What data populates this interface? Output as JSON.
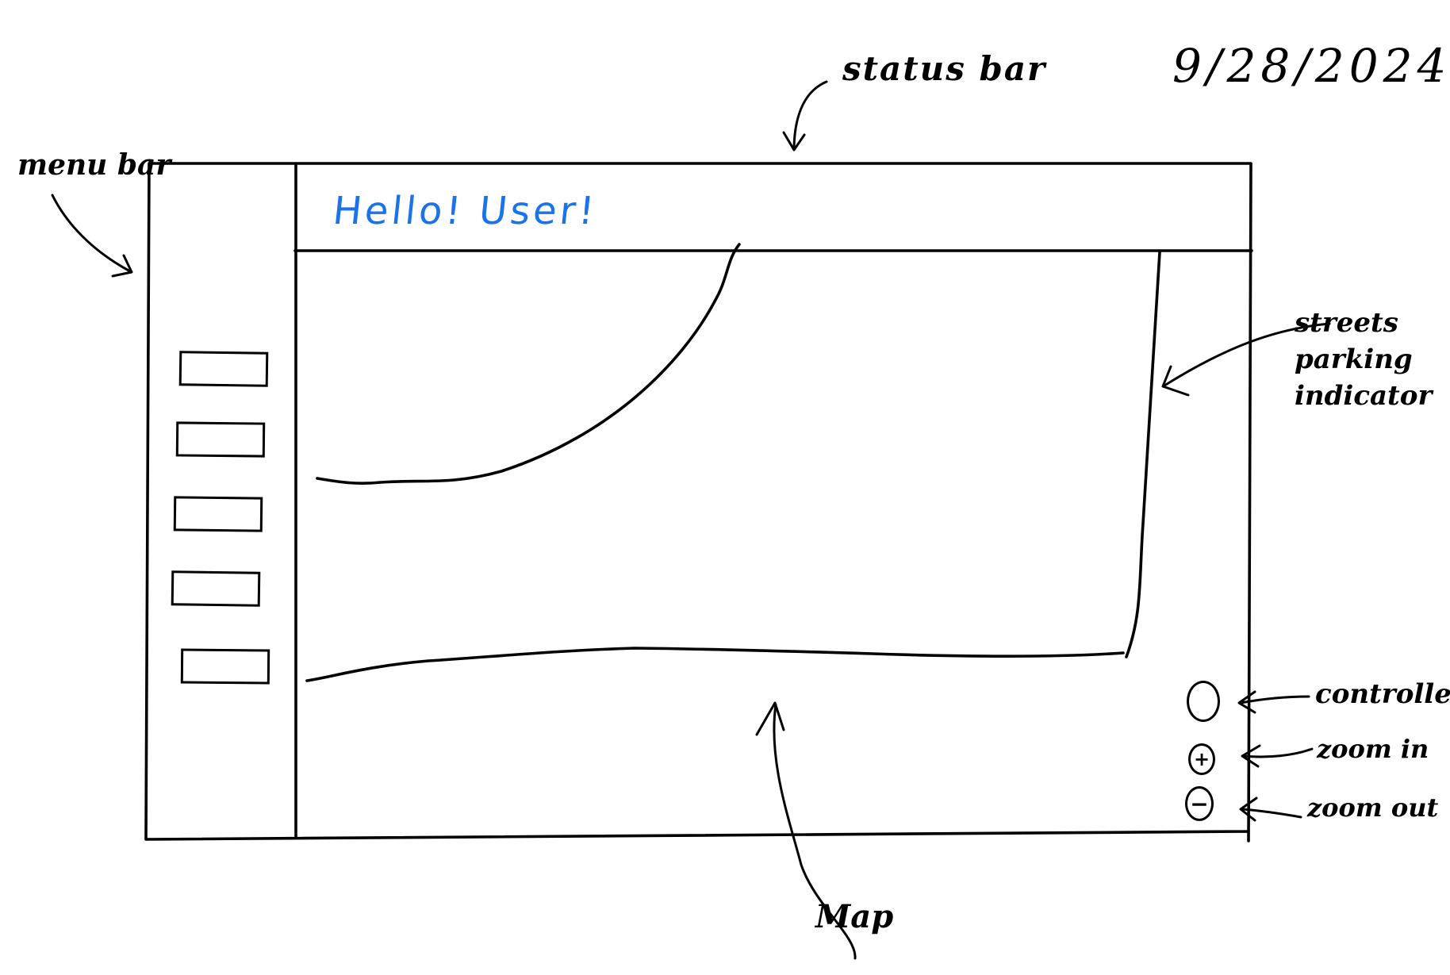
{
  "annotations": {
    "date": "9/28/2024",
    "status_bar": "status bar",
    "menu_bar": "menu bar",
    "streets_parking": "streets\nparking\nindicator",
    "controller": "controller",
    "zoom_in": "zoom in",
    "zoom_out": "zoom out",
    "map": "Map"
  },
  "status_bar": {
    "greeting": "Hello! User!",
    "greeting_color": "#1a73e8"
  },
  "menu": {
    "buttons": [
      "",
      "",
      "",
      "",
      ""
    ]
  },
  "map": {
    "zoom_in_glyph": "+",
    "zoom_out_glyph": "−"
  },
  "colors": {
    "ink": "#000000",
    "background": "#ffffff"
  }
}
